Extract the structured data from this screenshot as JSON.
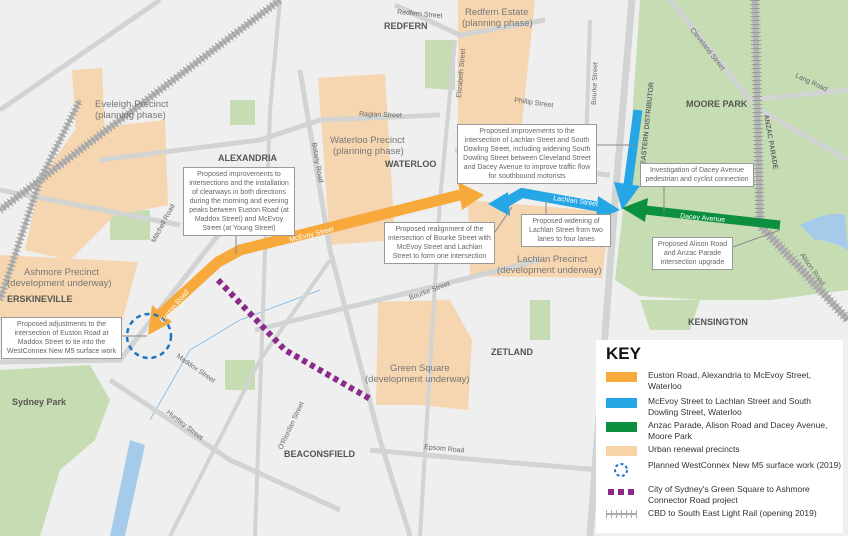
{
  "suburbs": {
    "redfern": "REDFERN",
    "alexandria": "ALEXANDRIA",
    "waterloo": "WATERLOO",
    "moore_park": "MOORE PARK",
    "erskineville": "ERSKINEVILLE",
    "kensington": "KENSINGTON",
    "zetland": "ZETLAND",
    "beaconsfield": "BEACONSFIELD",
    "sydney_park": "Sydney Park"
  },
  "precincts": {
    "eveleigh": [
      "Eveleigh Precinct",
      "(planning phase)"
    ],
    "redfern_estate": [
      "Redfern Estate",
      "(planning phase)"
    ],
    "waterloo": [
      "Waterloo Precinct",
      "(planning phase)"
    ],
    "lachlan": [
      "Lachlan Precinct",
      "(development underway)"
    ],
    "ashmore": [
      "Ashmore Precinct",
      "(development underway)"
    ],
    "green_square": [
      "Green Square",
      "(development underway)"
    ]
  },
  "streets": {
    "redfern": "Redfern Street",
    "elizabeth": "Elizabeth Street",
    "bourke_n": "Bourke Street",
    "phillip": "Phillip Street",
    "raglan": "Raglan Street",
    "eastern_distributor": "EASTERN DISTRIBUTOR",
    "cleveland": "Cleveland Street",
    "lang": "Lang Road",
    "anzac": "ANZAC PARADE",
    "botany": "Botany Road",
    "mitchell": "Mitchell Road",
    "bourke_s": "Bourke Street",
    "maddox": "Maddox Street",
    "huntley": "Huntley Street",
    "oriordan": "O'Riordan Street",
    "epsom": "Epsom Road",
    "alison": "Alison Road"
  },
  "routes": {
    "mcevoy": "McEvoy Street",
    "euston": "Euston Road",
    "lachlan": "Lachlan Street",
    "dacey": "Dacey Avenue"
  },
  "callouts": {
    "mcevoy": "Proposed improvements to intersections and the installation of clearways in both directions during the morning and evening peaks between Euston Road (at Maddox Street) and McEvoy Street (at Young Street)",
    "euston": "Proposed adjustments to the intersection of Euston Road at Maddox Street to tie into the WestConnex New M5 surface work",
    "south_dowling": "Proposed improvements to the intersection of Lachlan Street and South Dowling Street, including widening South Dowling Street between Cleveland Street and Dacey Avenue to improve traffic flow for southbound motorists",
    "bourke": "Proposed realignment of the intersection of Bourke Street with McEvoy Street and Lachlan Street to form one intersection",
    "lachlan": "Proposed widening of Lachlan Street from two lanes to four lanes",
    "dacey": "Investigation of Dacey Avenue pedestrian and cyclist connection",
    "alison": "Proposed Alison Road and Anzac Parade intersection upgrade"
  },
  "key": {
    "title": "KEY",
    "items": [
      {
        "label": "Euston Road, Alexandria to McEvoy Street, Waterloo",
        "color": "#f7a93b"
      },
      {
        "label": "McEvoy Street to Lachlan Street and South Dowling Street, Waterloo",
        "color": "#27a6e6"
      },
      {
        "label": "Anzac Parade, Alison Road and Dacey Avenue, Moore Park",
        "color": "#0c8f3e"
      },
      {
        "label": "Urban renewal precincts",
        "color": "#f8d3a5"
      },
      {
        "label": "Planned WestConnex New M5 surface work (2019)",
        "color": "#1f74c2"
      },
      {
        "label": "City of Sydney's Green Square to Ashmore Connector Road project",
        "color": "#8b2a8a"
      },
      {
        "label": "CBD to South East Light Rail (opening 2019)",
        "color": "#aaaaaa"
      }
    ]
  }
}
